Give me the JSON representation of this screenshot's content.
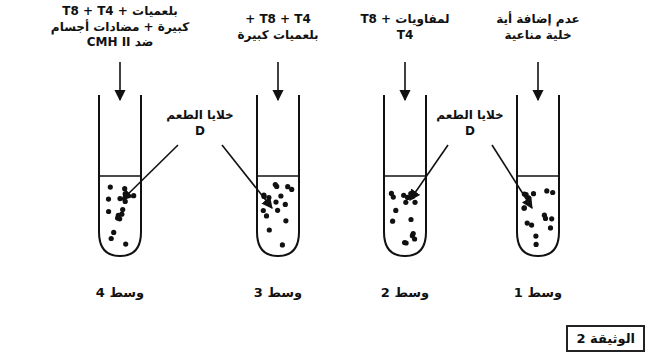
{
  "diagram": {
    "nodes": [
      {
        "text": [
          "الوثيقة 2"
        ]
      }
    ],
    "labels": [
      "عدم إضافة أية خلية مناعية",
      "لمفاويات T8 + T4",
      "T8 + T4 + بلعميات كبيرة",
      "بلعميات + T8 + T4 كبيرة + مضادات أجسام ضد CMH II",
      "خلايا الطعم D",
      "خلايا الطعم D",
      "وسط 1",
      "وسط 2",
      "وسط 3",
      "وسط 4"
    ]
  }
}
